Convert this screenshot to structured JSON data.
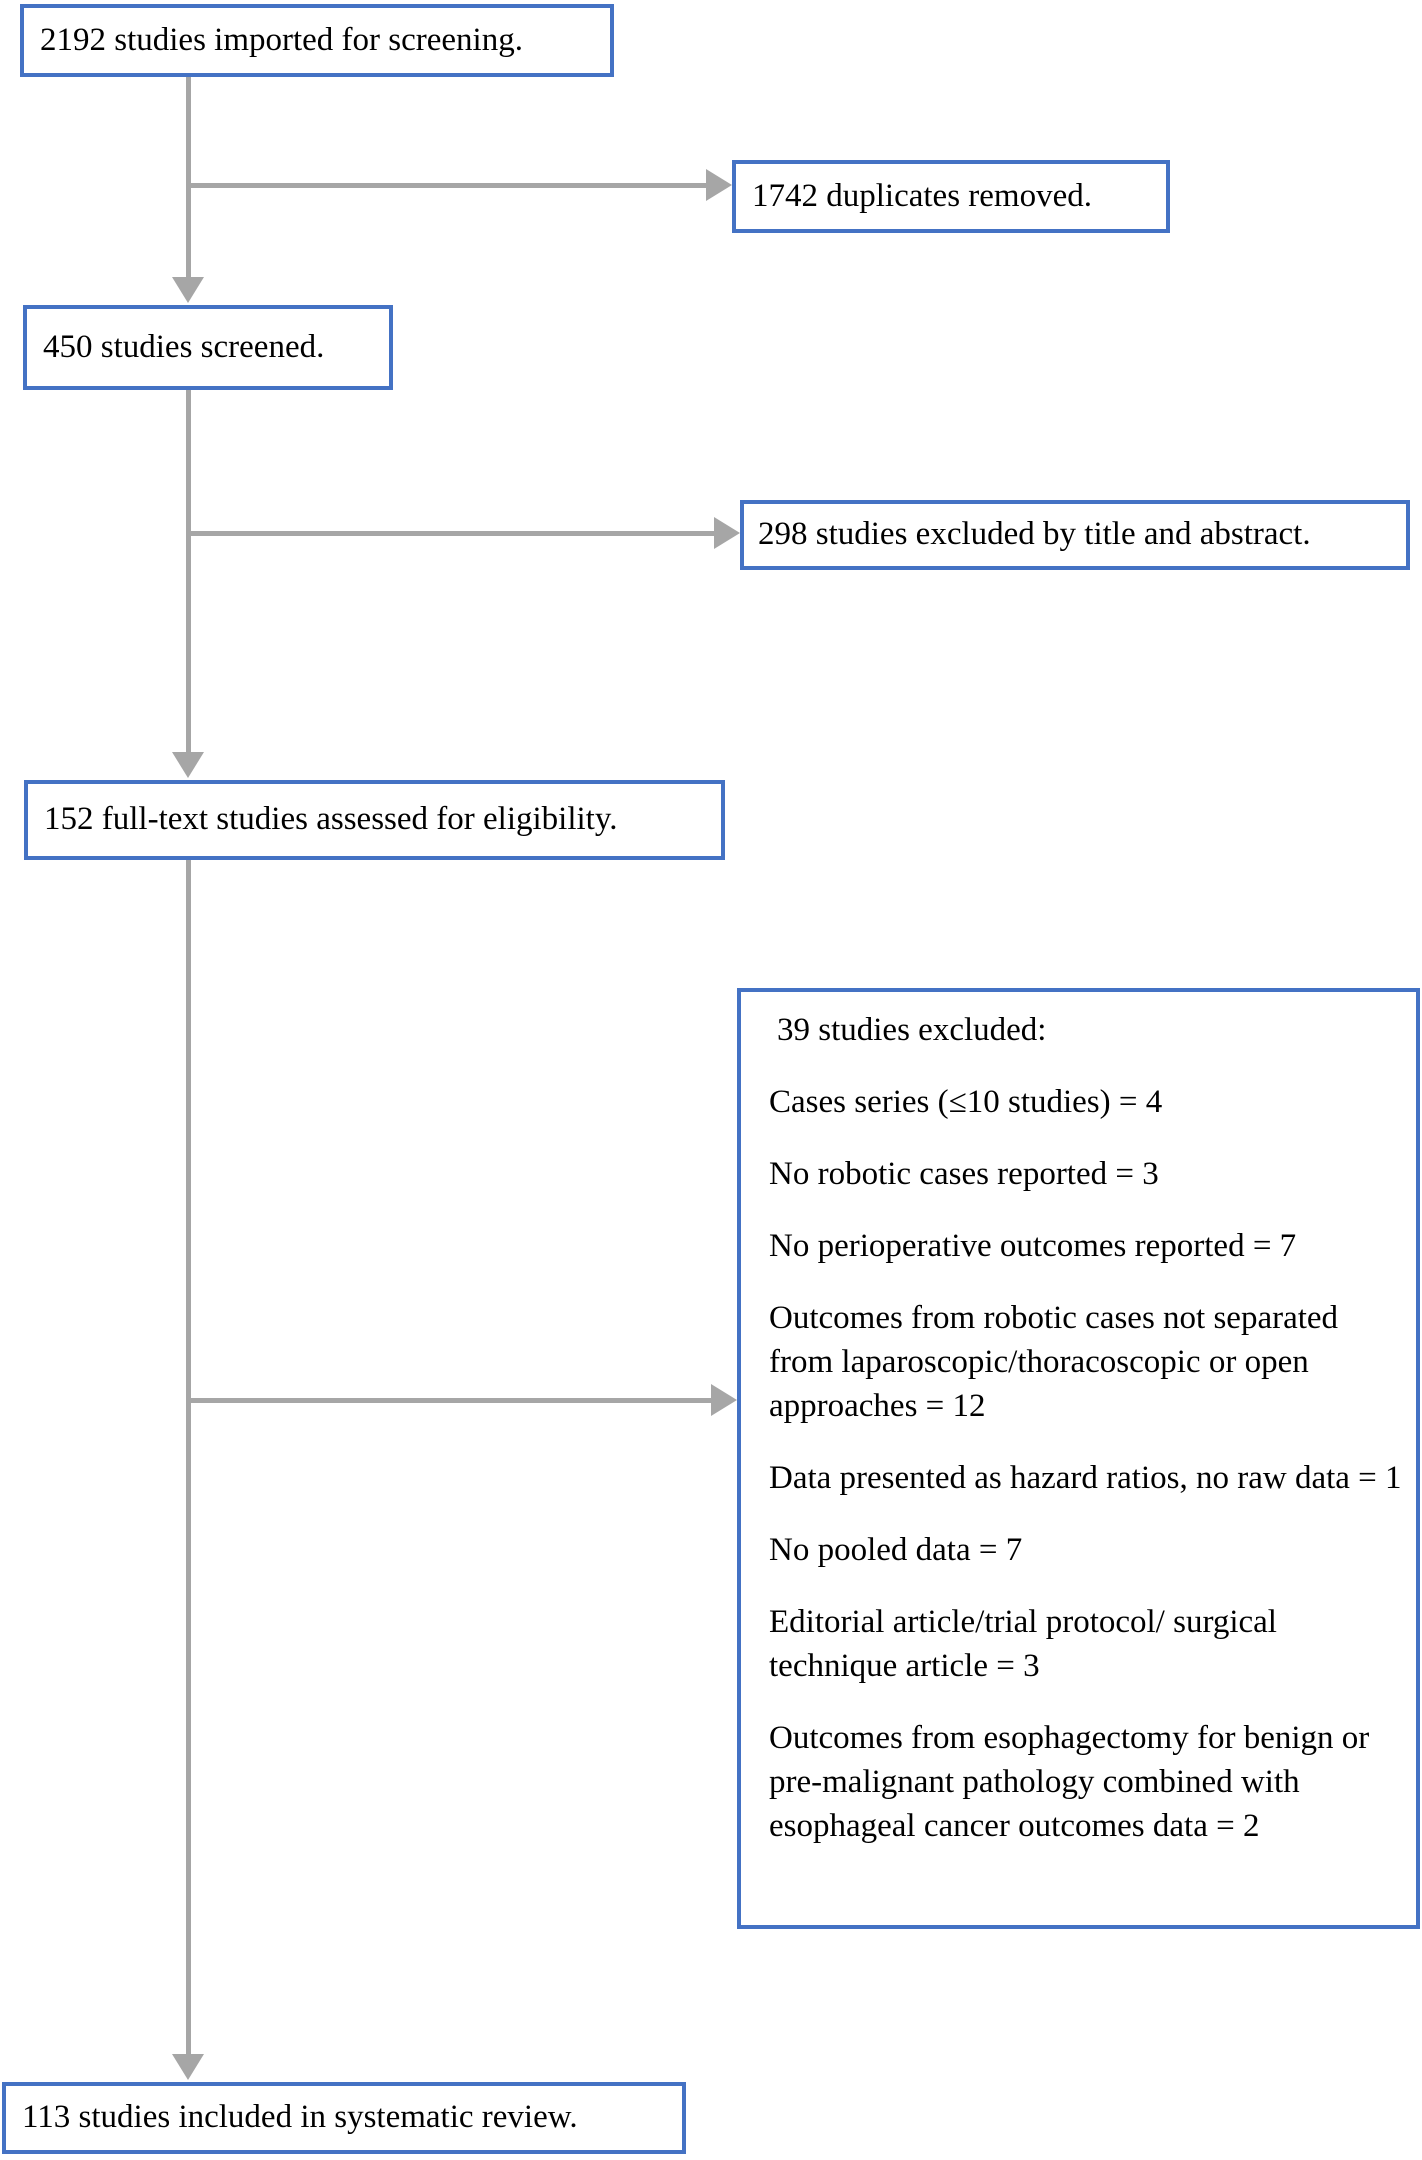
{
  "figure_type": "study-screening-flowchart",
  "boxes": {
    "imported": {
      "text": "2192 studies imported for screening."
    },
    "duplicates_removed": {
      "text": "1742 duplicates removed."
    },
    "screened": {
      "text": "450 studies screened."
    },
    "excluded_title_abstract": {
      "text": "298 studies excluded by title and abstract."
    },
    "fulltext_assessed": {
      "text": "152 full-text studies assessed for eligibility."
    },
    "excluded_fulltext": {
      "title": "39 studies excluded:",
      "reasons": [
        "Cases series (≤10 studies) = 4",
        "No robotic cases reported = 3",
        "No perioperative outcomes reported = 7",
        "Outcomes from robotic cases not separated from laparoscopic/thoracoscopic or open approaches = 12",
        "Data presented as hazard ratios, no raw data = 1",
        "No pooled data = 7",
        "Editorial article/trial protocol/ surgical technique article = 3",
        "Outcomes from esophagectomy for benign or pre-malignant pathology combined with esophageal cancer outcomes data = 2"
      ]
    },
    "included": {
      "text": "113 studies included in systematic review."
    }
  },
  "colors": {
    "box_border": "#4472C4",
    "arrow": "#A6A6A6",
    "text": "#000000",
    "background": "#FFFFFF"
  }
}
